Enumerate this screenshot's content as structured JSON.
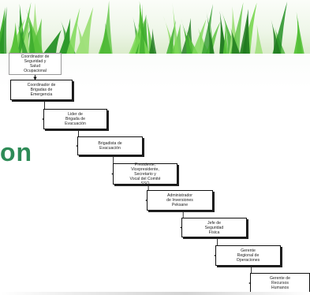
{
  "banner": {
    "icon": "grass-photo"
  },
  "side_text": "on",
  "accent_color": "#2e8b57",
  "org_chart": {
    "nodes": [
      {
        "id": "coord-seg",
        "label": "Coordinador de\nSeguridad y\nSalud\nOcupacional"
      },
      {
        "id": "coord-brig",
        "label": "Coordinador de\nBrigadas de\nEmergencia"
      },
      {
        "id": "lider-brig",
        "label": "Lider de\nBrigada de\nEvacuación"
      },
      {
        "id": "brigadista",
        "label": "Brigadista de\nEvacuación"
      },
      {
        "id": "presidente",
        "label": "Presidente,\nVicepresidente,\nSecretario y\nVocal del Comité\nSSO"
      },
      {
        "id": "admin-inv",
        "label": "Administrador\nde Inversiones\nPeksane"
      },
      {
        "id": "jefe-seg",
        "label": "Jefe de\nSeguridad\nFísica"
      },
      {
        "id": "gerente-reg",
        "label": "Gerente\nRegional de\nOperaciones"
      },
      {
        "id": "gerente-rh",
        "label": "Gerente de\nRecursos\nHumanos"
      }
    ]
  }
}
